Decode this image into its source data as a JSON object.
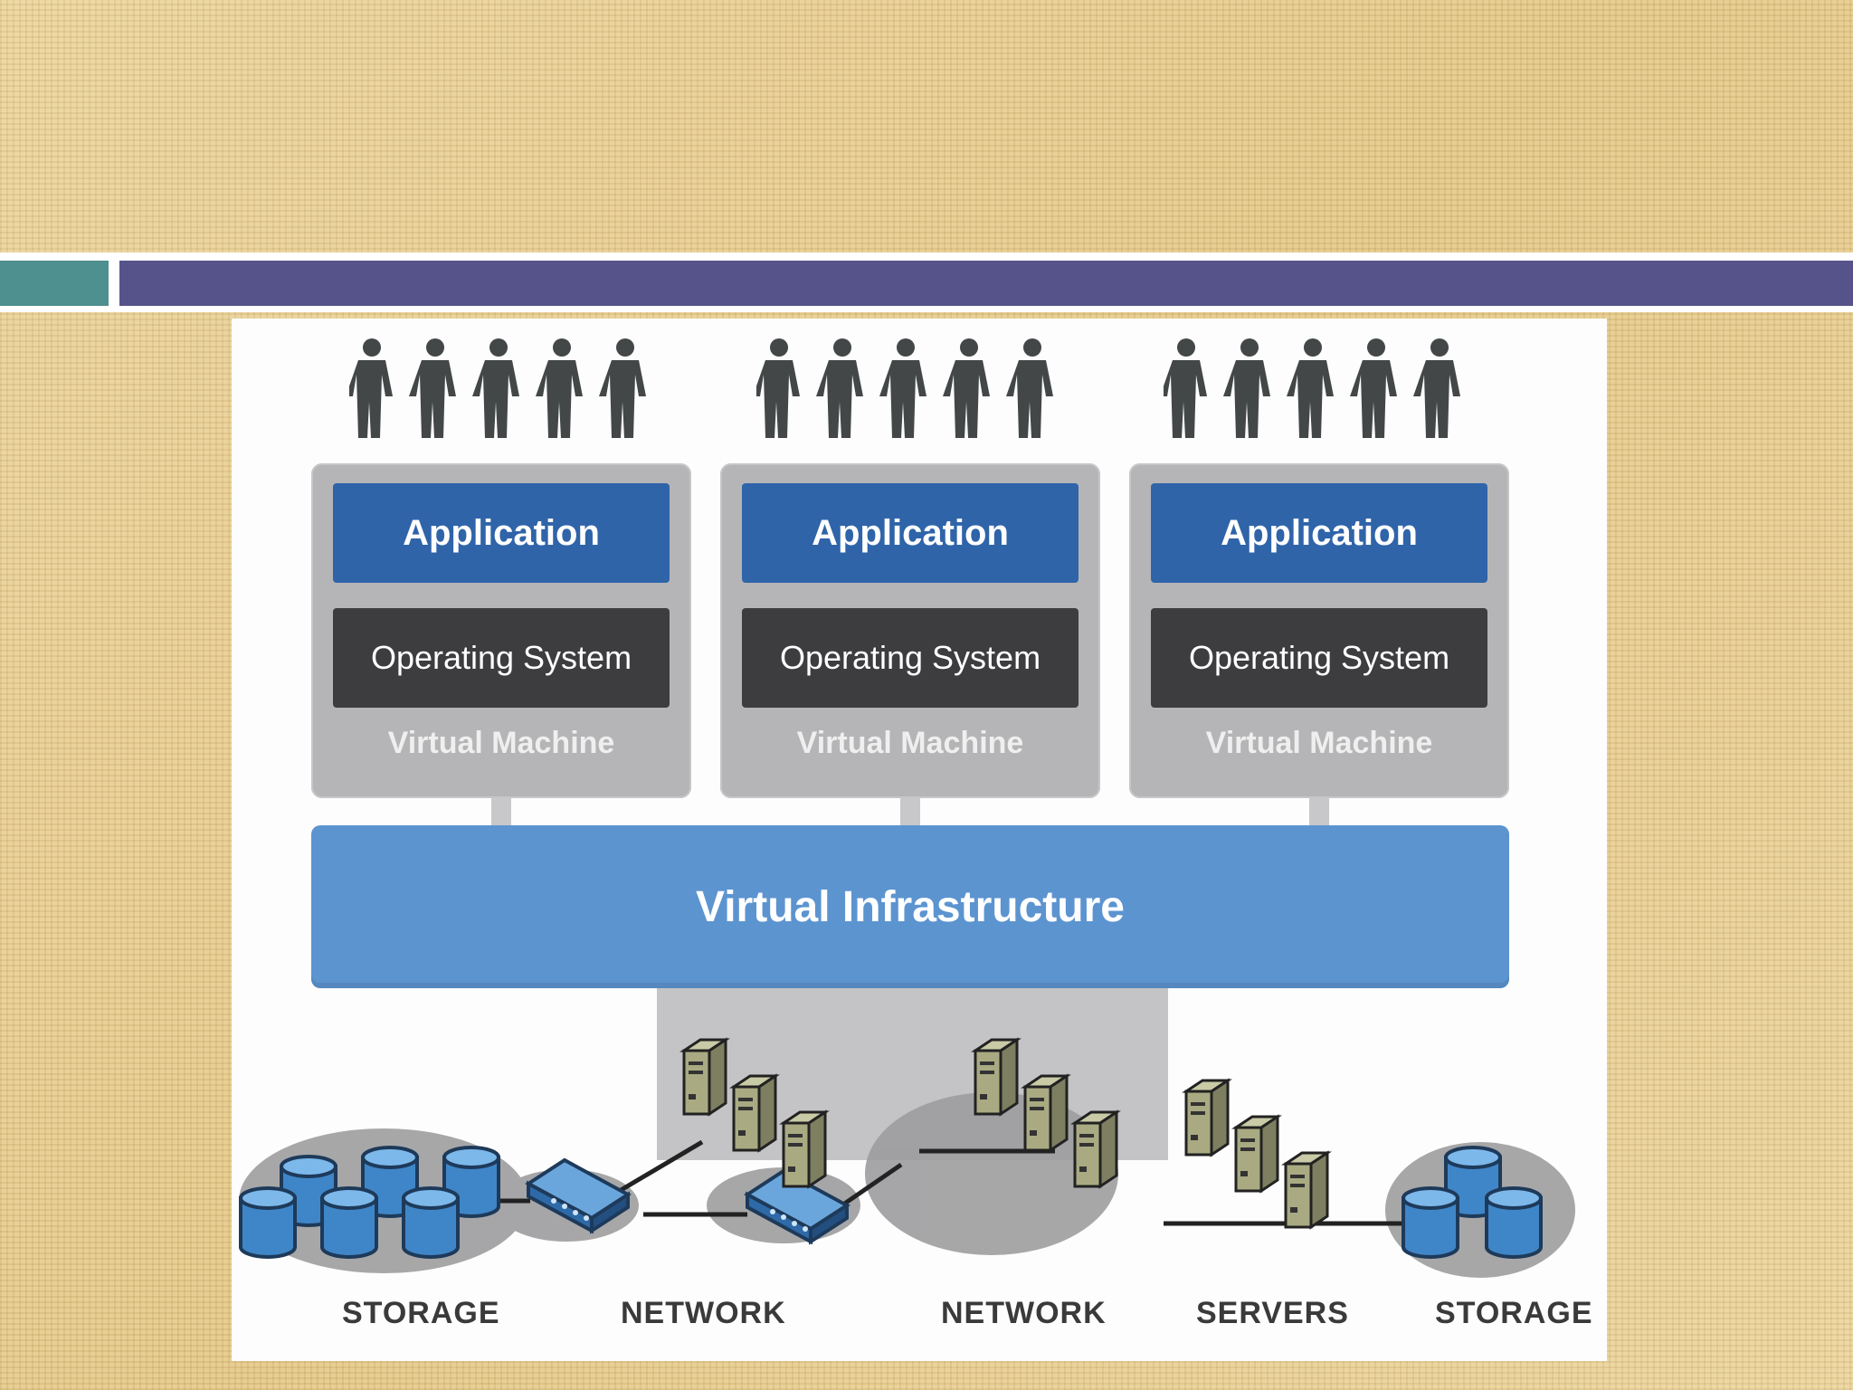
{
  "diagram": {
    "vms": [
      {
        "application": "Application",
        "os": "Operating System",
        "label": "Virtual Machine"
      },
      {
        "application": "Application",
        "os": "Operating System",
        "label": "Virtual Machine"
      },
      {
        "application": "Application",
        "os": "Operating System",
        "label": "Virtual Machine"
      }
    ],
    "infrastructure": "Virtual Infrastructure",
    "hardware_labels": [
      "STORAGE",
      "NETWORK",
      "NETWORK",
      "SERVERS",
      "STORAGE"
    ],
    "colors": {
      "application": "#2f64a9",
      "operating_system": "#3d3d40",
      "virtual_machine": "#b5b5b7",
      "infrastructure": "#5c94d0",
      "header_teal": "#4e8f8f",
      "header_purple": "#56538a"
    },
    "icons": [
      "person-icon",
      "storage-cylinder-icon",
      "network-switch-icon",
      "server-tower-icon"
    ]
  }
}
